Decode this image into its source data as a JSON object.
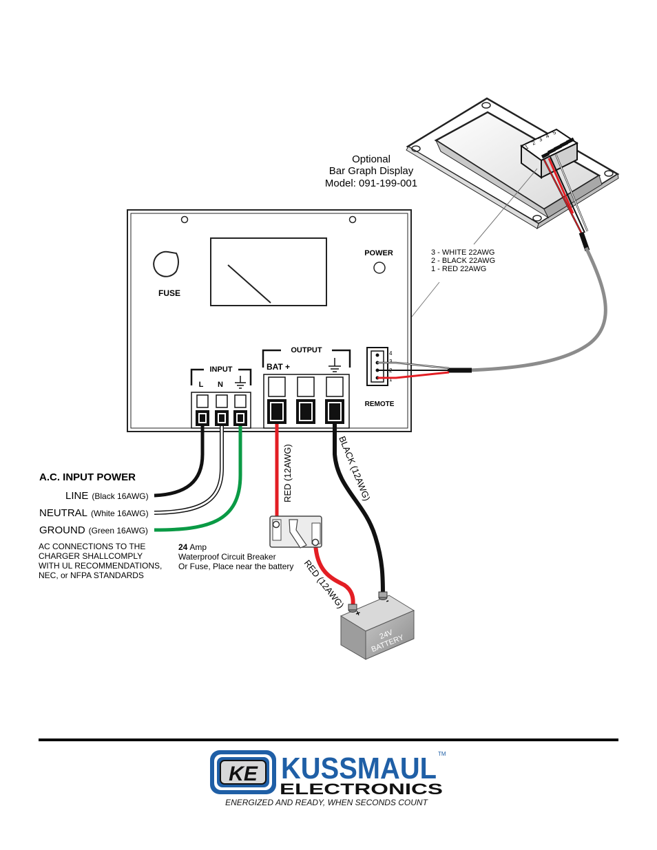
{
  "display": {
    "line1": "Optional",
    "line2": "Bar Graph Display",
    "line3": "Model: 091-199-001",
    "pins": [
      "1",
      "2",
      "3",
      "4",
      "5"
    ]
  },
  "wire_note": {
    "white": "3 - WHITE 22AWG",
    "black": "2 - BLACK 22AWG",
    "red": "1 - RED 22AWG"
  },
  "panel": {
    "fuse": "FUSE",
    "power": "POWER",
    "remote": "REMOTE",
    "remote_pins": [
      "4",
      "3",
      "2",
      "1"
    ],
    "input": "INPUT",
    "input_l": "L",
    "input_n": "N",
    "output": "OUTPUT",
    "bat_plus": "BAT +"
  },
  "ac": {
    "title": "A.C. INPUT POWER",
    "line_main": "LINE",
    "line_sub": "(Black 16AWG)",
    "neutral_main": "NEUTRAL",
    "neutral_sub": "(White 16AWG)",
    "ground_main": "GROUND",
    "ground_sub": "(Green 16AWG)",
    "note1": "AC CONNECTIONS TO THE",
    "note2": "CHARGER SHALLCOMPLY",
    "note3": "WITH UL RECOMMENDATIONS,",
    "note4": "NEC, or NFPA STANDARDS"
  },
  "breaker": {
    "amps": "24",
    "amps_unit": "Amp",
    "line2": "Waterproof Circuit Breaker",
    "line3": "Or Fuse, Place near the battery"
  },
  "wires": {
    "red_top": "RED  (12AWG)",
    "black": "BLACK  (12AWG)",
    "red_bottom": "RED  (12AWG)"
  },
  "battery": {
    "line1": "24V",
    "line2": "BATTERY",
    "plus": "+",
    "minus": "-"
  },
  "logo": {
    "mark": "KE",
    "name": "KUSSMAUL",
    "tm": "TM",
    "sub": "ELECTRONICS",
    "tagline": "ENERGIZED AND READY, WHEN SECONDS COUNT"
  },
  "colors": {
    "red_wire": "#e31e24",
    "green_wire": "#0a9a45",
    "gray_cable": "#8c8c8c",
    "logo_blue": "#1f5fa6"
  }
}
